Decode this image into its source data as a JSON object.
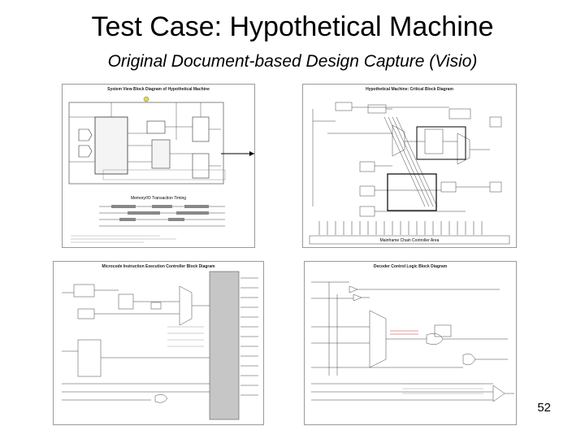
{
  "slide": {
    "title": "Test Case: Hypothetical Machine",
    "subtitle": "Original Document-based Design Capture (Visio)",
    "page_number": "52"
  },
  "panels": {
    "system_block": {
      "title": "System View Block Diagram of Hypothetical Machine",
      "sub": "Memory/IO Transaction Timing"
    },
    "critical_block": {
      "title": "Hypothetical Machine: Critical Block Diagram",
      "sub": "Mainframe Chain Controller Area"
    },
    "microcode": {
      "title": "Microcode Instruction Execution Controller Block Diagram"
    },
    "decoder": {
      "title": "Decoder Control Logic Block Diagram"
    }
  }
}
